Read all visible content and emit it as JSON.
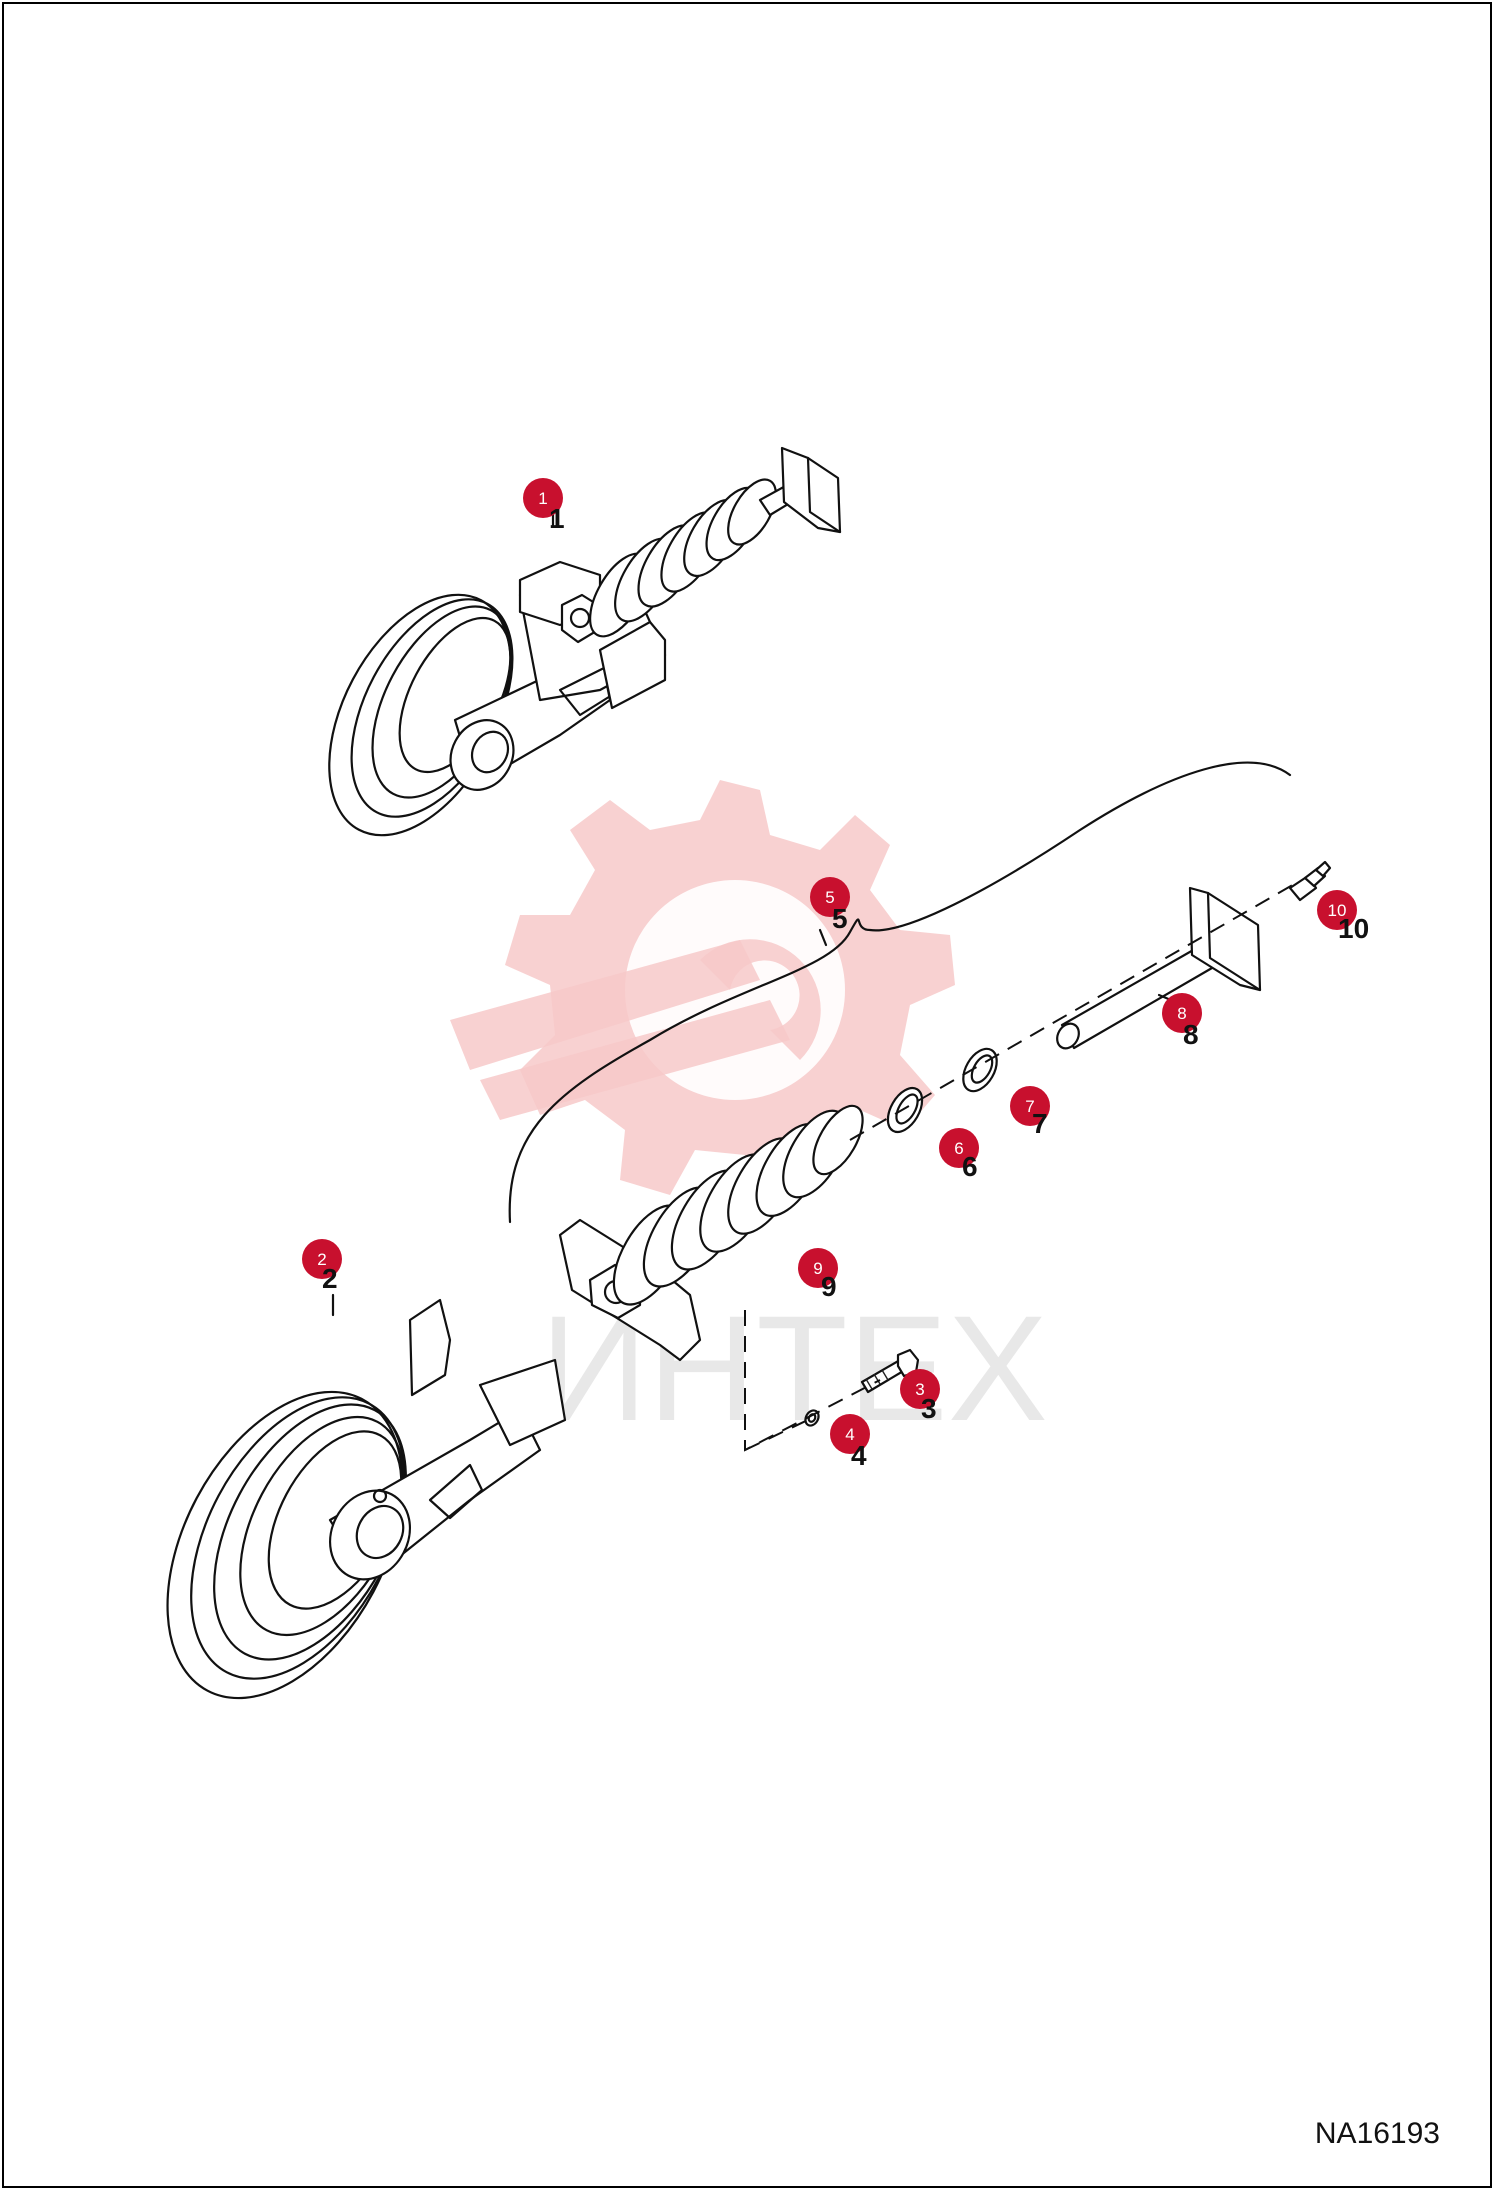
{
  "drawing": {
    "reference_code": "NA16193",
    "watermark_text": "ИНТЕХ"
  },
  "callouts": [
    {
      "id": "1",
      "label": "1"
    },
    {
      "id": "2",
      "label": "2"
    },
    {
      "id": "3",
      "label": "3"
    },
    {
      "id": "4",
      "label": "4"
    },
    {
      "id": "5",
      "label": "5"
    },
    {
      "id": "6",
      "label": "6"
    },
    {
      "id": "7",
      "label": "7"
    },
    {
      "id": "8",
      "label": "8"
    },
    {
      "id": "9",
      "label": "9"
    },
    {
      "id": "10",
      "label": "10"
    }
  ],
  "part_numbers": [
    {
      "id": "1",
      "label": "1"
    },
    {
      "id": "2",
      "label": "2"
    },
    {
      "id": "3",
      "label": "3"
    },
    {
      "id": "4",
      "label": "4"
    },
    {
      "id": "5",
      "label": "5"
    },
    {
      "id": "6",
      "label": "6"
    },
    {
      "id": "7",
      "label": "7"
    },
    {
      "id": "8",
      "label": "8"
    },
    {
      "id": "9",
      "label": "9"
    },
    {
      "id": "10",
      "label": "10"
    }
  ],
  "colors": {
    "callout": "#c8102e",
    "line": "#111111",
    "watermark": "#f7c9c9"
  }
}
